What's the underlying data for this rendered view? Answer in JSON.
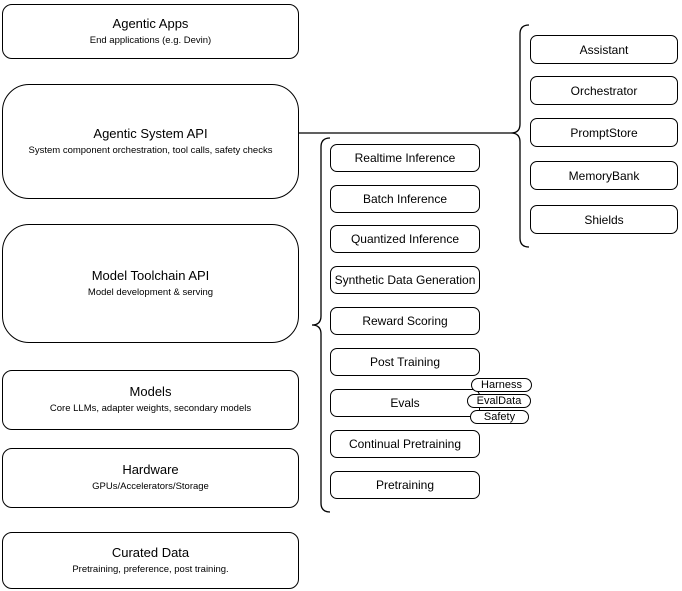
{
  "diagram": {
    "colors": {
      "background": "#ffffff",
      "stroke": "#000000",
      "text": "#000000"
    },
    "left_stack": [
      {
        "title": "Agentic Apps",
        "subtitle": "End applications (e.g. Devin)"
      },
      {
        "title": "Agentic System API",
        "subtitle": "System component orchestration, tool calls, safety checks"
      },
      {
        "title": "Model Toolchain API",
        "subtitle": "Model development & serving"
      },
      {
        "title": "Models",
        "subtitle": "Core LLMs, adapter weights, secondary models"
      },
      {
        "title": "Hardware",
        "subtitle": "GPUs/Accelerators/Storage"
      },
      {
        "title": "Curated Data",
        "subtitle": "Pretraining, preference, post training."
      }
    ],
    "toolchain_items": [
      {
        "label": "Realtime Inference"
      },
      {
        "label": "Batch Inference"
      },
      {
        "label": "Quantized Inference"
      },
      {
        "label": "Synthetic Data Generation"
      },
      {
        "label": "Reward Scoring"
      },
      {
        "label": "Post Training"
      },
      {
        "label": "Evals"
      },
      {
        "label": "Continual Pretraining"
      },
      {
        "label": "Pretraining"
      }
    ],
    "evals_tags": [
      {
        "label": "Harness"
      },
      {
        "label": "EvalData"
      },
      {
        "label": "Safety"
      }
    ],
    "system_components": [
      {
        "label": "Assistant"
      },
      {
        "label": "Orchestrator"
      },
      {
        "label": "PromptStore"
      },
      {
        "label": "MemoryBank"
      },
      {
        "label": "Shields"
      }
    ]
  }
}
